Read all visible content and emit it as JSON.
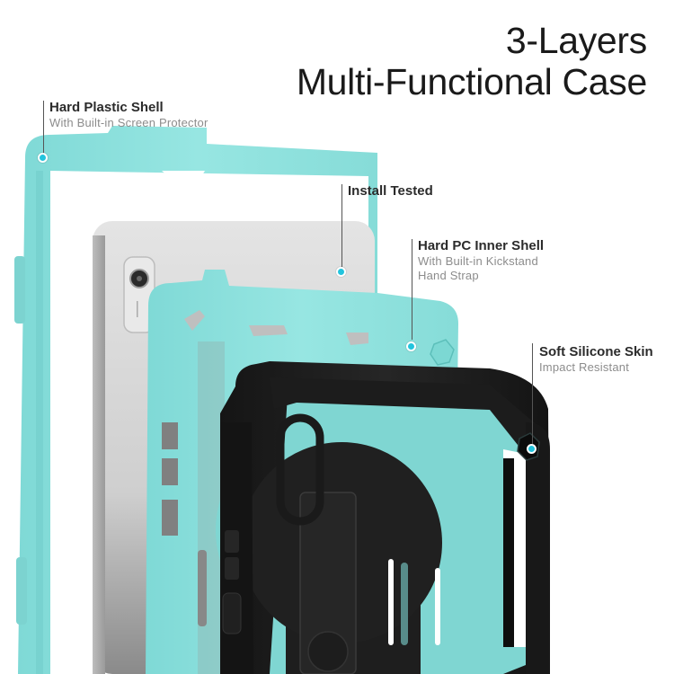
{
  "headline": {
    "line1": "3-Layers",
    "line2": "Multi-Functional Case"
  },
  "callouts": [
    {
      "title": "Hard Plastic Shell",
      "subtitle_lines": [
        "With Built-in Screen Protector"
      ]
    },
    {
      "title": "Install Tested",
      "subtitle_lines": []
    },
    {
      "title": "Hard PC Inner Shell",
      "subtitle_lines": [
        "With Built-in Kickstand",
        "Hand Strap"
      ]
    },
    {
      "title": "Soft Silicone Skin",
      "subtitle_lines": [
        "Impact Resistant"
      ]
    }
  ],
  "colors": {
    "accent_dot": "#23c4dd",
    "shell_cyan": "#8fe3df",
    "tablet_silver": "#d9d9d9",
    "silicone_black": "#1e1e1e",
    "text_dark": "#2b2b2b",
    "text_gray": "#8c8c8c"
  },
  "layers": [
    {
      "name": "hard-plastic-shell",
      "color": "cyan"
    },
    {
      "name": "tablet",
      "color": "silver"
    },
    {
      "name": "hard-pc-inner-shell",
      "color": "cyan"
    },
    {
      "name": "soft-silicone-skin",
      "color": "black"
    }
  ]
}
